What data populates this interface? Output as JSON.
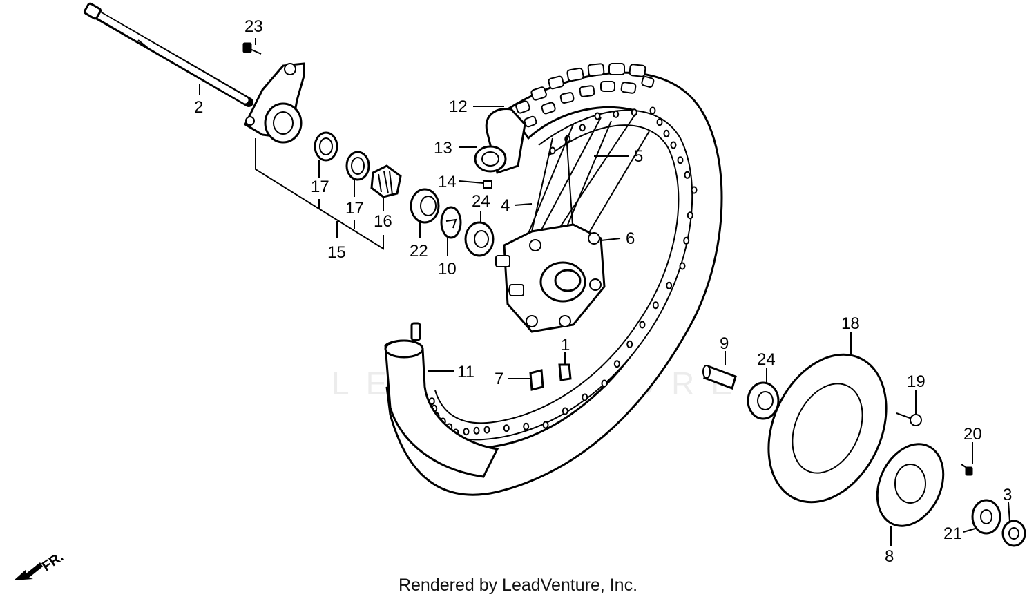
{
  "diagram": {
    "watermark": "LEADVENTURE",
    "footer": "Rendered by LeadVenture, Inc.",
    "direction_label": "FR.",
    "callouts": [
      {
        "id": "c1",
        "text": "1"
      },
      {
        "id": "c2",
        "text": "2"
      },
      {
        "id": "c3",
        "text": "3"
      },
      {
        "id": "c4",
        "text": "4"
      },
      {
        "id": "c5",
        "text": "5"
      },
      {
        "id": "c6",
        "text": "6"
      },
      {
        "id": "c7",
        "text": "7"
      },
      {
        "id": "c8",
        "text": "8"
      },
      {
        "id": "c9",
        "text": "9"
      },
      {
        "id": "c10",
        "text": "10"
      },
      {
        "id": "c11",
        "text": "11"
      },
      {
        "id": "c12",
        "text": "12"
      },
      {
        "id": "c13",
        "text": "13"
      },
      {
        "id": "c14",
        "text": "14"
      },
      {
        "id": "c15",
        "text": "15"
      },
      {
        "id": "c16",
        "text": "16"
      },
      {
        "id": "c17a",
        "text": "17"
      },
      {
        "id": "c17b",
        "text": "17"
      },
      {
        "id": "c18",
        "text": "18"
      },
      {
        "id": "c19",
        "text": "19"
      },
      {
        "id": "c20",
        "text": "20"
      },
      {
        "id": "c21",
        "text": "21"
      },
      {
        "id": "c22",
        "text": "22"
      },
      {
        "id": "c23",
        "text": "23"
      },
      {
        "id": "c24a",
        "text": "24"
      },
      {
        "id": "c24b",
        "text": "24"
      }
    ]
  }
}
